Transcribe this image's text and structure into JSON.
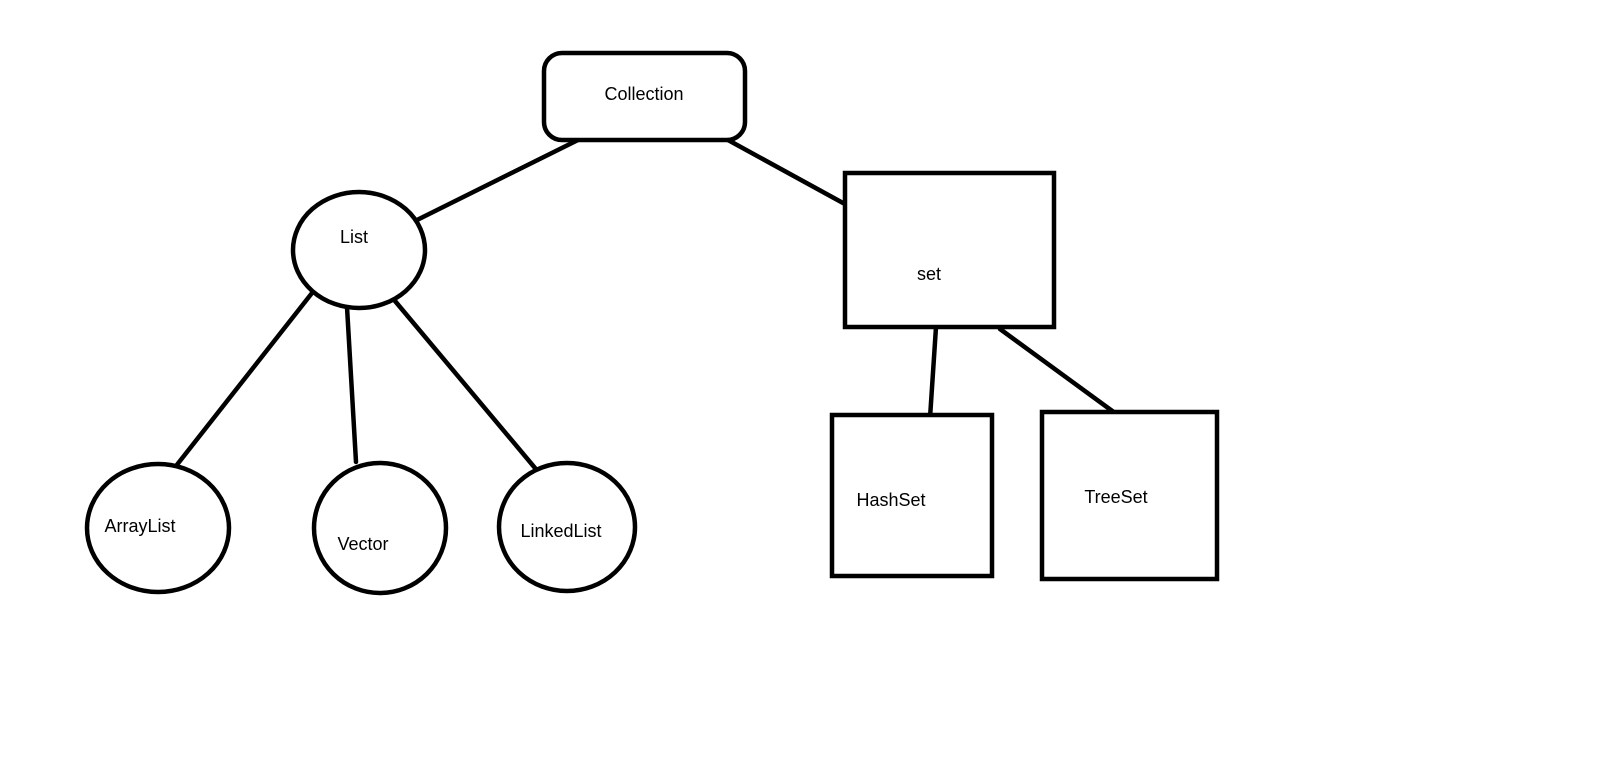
{
  "diagram": {
    "nodes": {
      "collection": {
        "label": "Collection"
      },
      "list": {
        "label": "List"
      },
      "set": {
        "label": "set"
      },
      "arraylist": {
        "label": "ArrayList"
      },
      "vector": {
        "label": "Vector"
      },
      "linkedlist": {
        "label": "LinkedList"
      },
      "hashset": {
        "label": "HashSet"
      },
      "treeset": {
        "label": "TreeSet"
      }
    },
    "edges": [
      {
        "from": "Collection",
        "to": "List"
      },
      {
        "from": "Collection",
        "to": "set"
      },
      {
        "from": "List",
        "to": "ArrayList"
      },
      {
        "from": "List",
        "to": "Vector"
      },
      {
        "from": "List",
        "to": "LinkedList"
      },
      {
        "from": "set",
        "to": "HashSet"
      },
      {
        "from": "set",
        "to": "TreeSet"
      }
    ],
    "colors": {
      "stroke": "#000000",
      "fill": "#ffffff",
      "background": "#ffffff"
    }
  }
}
